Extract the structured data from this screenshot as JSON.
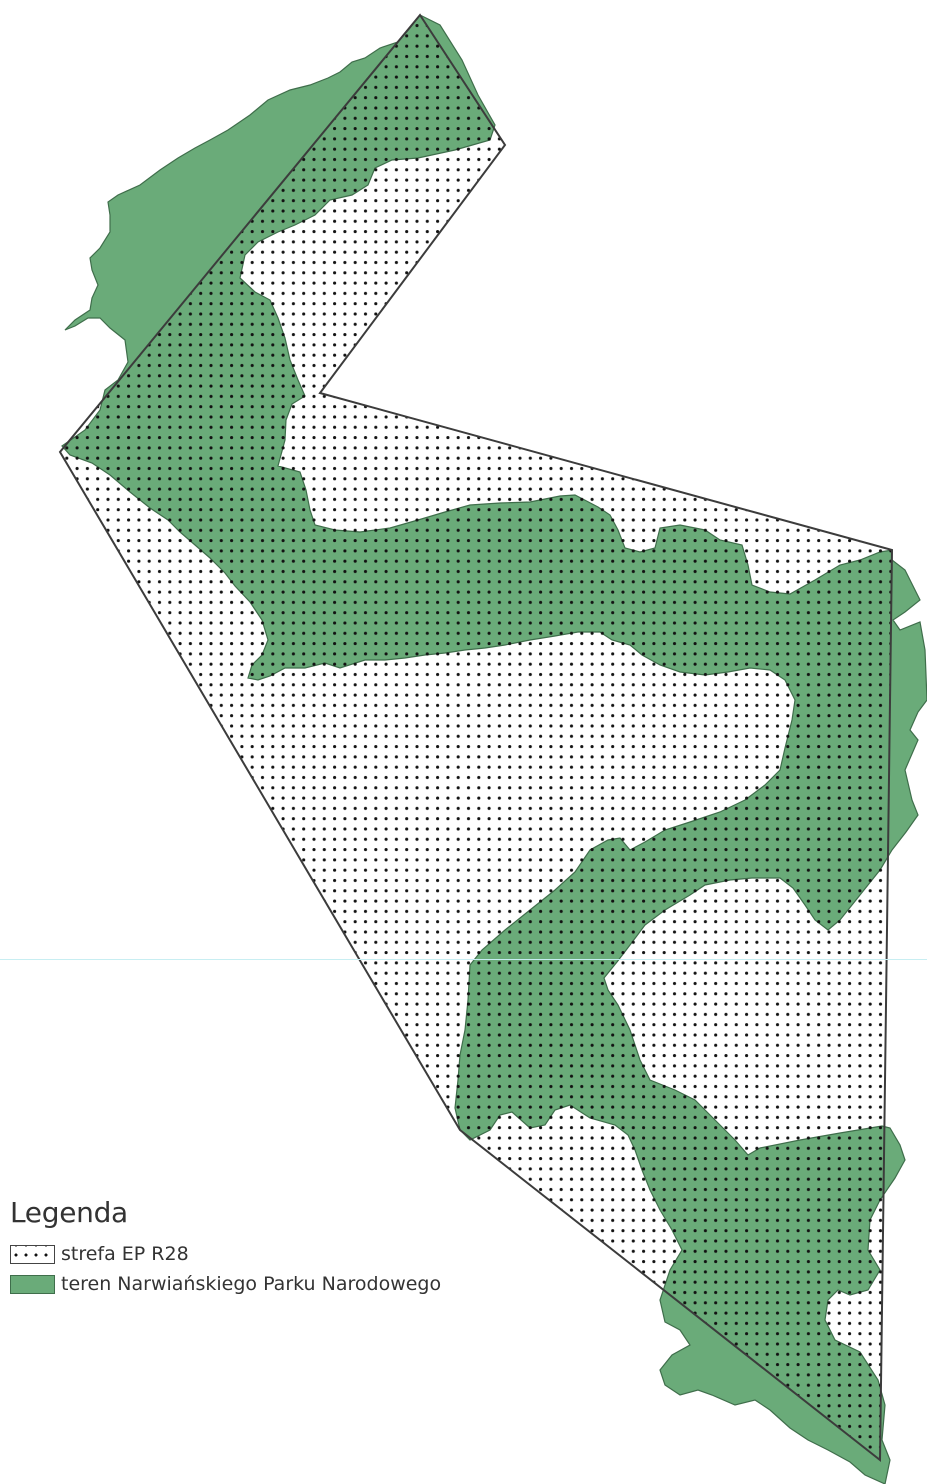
{
  "map": {
    "colors": {
      "park_fill": "#6aab79",
      "park_outline": "#3f6e4b",
      "zone_outline": "#3c3c3c",
      "zone_dots": "#111111",
      "background": "#ffffff"
    }
  },
  "legend": {
    "title": "Legenda",
    "items": [
      {
        "label": "strefa EP R28",
        "symbol": "dotted-pattern"
      },
      {
        "label": "teren Narwiańskiego Parku Narodowego",
        "symbol": "green-fill"
      }
    ]
  }
}
